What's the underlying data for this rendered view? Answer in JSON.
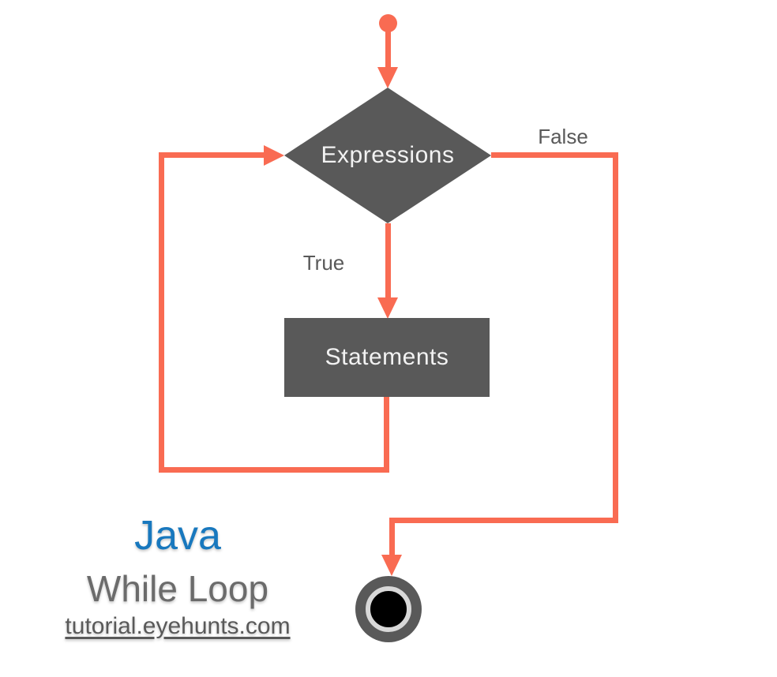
{
  "flowchart": {
    "decision": {
      "label": "Expressions"
    },
    "process": {
      "label": "Statements"
    },
    "branch_labels": {
      "true_label": "True",
      "false_label": "False"
    },
    "caption": {
      "title": "Java",
      "subtitle": "While Loop",
      "link": "tutorial.eyehunts.com"
    },
    "colors": {
      "arrow": "#F96B52",
      "shape": "#595959",
      "shape_text": "#F2F2F2",
      "label_text": "#595959",
      "title": "#1878BE",
      "subtitle": "#6B6B6B",
      "end_ring": "#D8D8D8",
      "end_core": "#000000",
      "background": "#FFFFFF"
    }
  }
}
